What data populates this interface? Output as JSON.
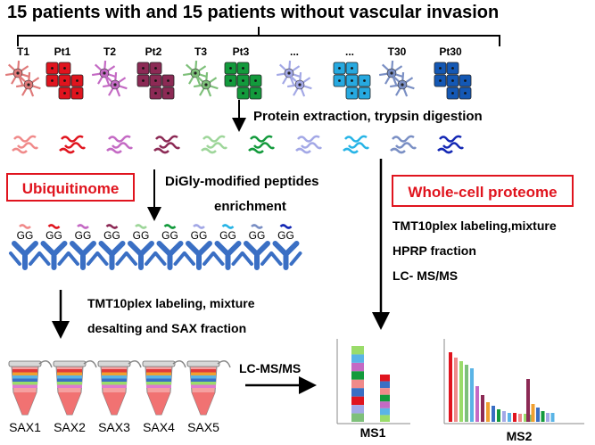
{
  "title": "15 patients with and 15 patients without vascular invasion",
  "samples": [
    {
      "label": "T1",
      "kind": "cell",
      "color": "#e07a7a"
    },
    {
      "label": "Pt1",
      "kind": "tissue",
      "color": "#e0141e"
    },
    {
      "label": "T2",
      "kind": "cell",
      "color": "#c46ac4"
    },
    {
      "label": "Pt2",
      "kind": "tissue",
      "color": "#8c2a55"
    },
    {
      "label": "T3",
      "kind": "cell",
      "color": "#7ec07a"
    },
    {
      "label": "Pt3",
      "kind": "tissue",
      "color": "#139a3c"
    },
    {
      "label": "...",
      "kind": "cell",
      "color": "#a3a8e6"
    },
    {
      "label": "...",
      "kind": "tissue",
      "color": "#27a9e0"
    },
    {
      "label": "T30",
      "kind": "cell",
      "color": "#7a8fc4"
    },
    {
      "label": "Pt30",
      "kind": "tissue",
      "color": "#1458b4"
    }
  ],
  "protein_step": "Protein extraction, trypsin digestion",
  "peptide_colors": [
    "#f08a8a",
    "#e0141e",
    "#c46ac4",
    "#8c2a55",
    "#9ed69a",
    "#139a3c",
    "#a3a8e6",
    "#27b4e6",
    "#7a8fc4",
    "#1428b4"
  ],
  "ubiquitinome": {
    "label": "Ubiquitinome",
    "box_color": "#e0141e"
  },
  "whole_cell": {
    "label": "Whole-cell proteome",
    "box_color": "#e0141e"
  },
  "digly": {
    "line1": "DiGly-modified peptides",
    "line2": "enrichment"
  },
  "antibody": {
    "tag": "GG",
    "color": "#3a6fc4"
  },
  "ubi_steps": {
    "line1": "TMT10plex labeling, mixture",
    "line2": "desalting and SAX fraction"
  },
  "wc_steps": [
    "TMT10plex labeling,mixture",
    "HPRP fraction",
    "LC- MS/MS"
  ],
  "tubes": [
    "SAX1",
    "SAX2",
    "SAX3",
    "SAX4",
    "SAX5"
  ],
  "tube_band_colors": [
    "#e03a3a",
    "#f0a030",
    "#5ab4e6",
    "#3a6fc4",
    "#9adc6a",
    "#e07ad0"
  ],
  "lcms_label": "LC-MS/MS",
  "ms1": {
    "label": "MS1"
  },
  "ms2": {
    "label": "MS2"
  },
  "ms1_stack_colors": [
    "#9adc6a",
    "#5ab4e6",
    "#c46ac4",
    "#139a3c",
    "#f08a8a",
    "#3a6fc4",
    "#e0141e",
    "#a3a8e6",
    "#7ec07a"
  ],
  "ms2_bar_colors": [
    "#e0141e",
    "#f08a8a",
    "#9adc6a",
    "#7ec07a",
    "#5ab4e6",
    "#c46ac4",
    "#8c2a55",
    "#f0a030",
    "#3a6fc4",
    "#139a3c",
    "#a3a8e6",
    "#5ab4e6"
  ]
}
